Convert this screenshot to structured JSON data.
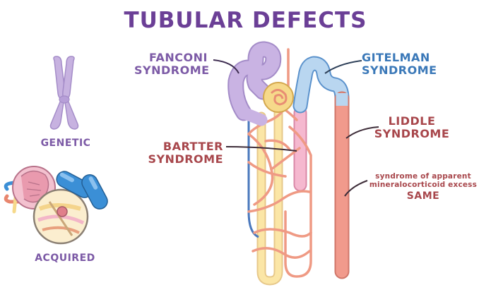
{
  "title": "TUBULAR DEFECTS",
  "labels": {
    "genetic": "GENETIC",
    "acquired": "ACQUIRED",
    "fanconi": [
      "FANCONI",
      "SYNDROME"
    ],
    "bartter": [
      "BARTTER",
      "SYNDROME"
    ],
    "gitelman": [
      "GITELMAN",
      "SYNDROME"
    ],
    "liddle": [
      "LIDDLE",
      "SYNDROME"
    ],
    "same": {
      "line1": "syndrome of apparent",
      "line2": "mineralocorticoid excess",
      "line3": "SAME"
    }
  },
  "colors": {
    "title": "#6b3f96",
    "fanconi": "#7c5aa6",
    "gitelman": "#3a78b8",
    "bartter": "#a8474c",
    "liddle": "#a8474c",
    "proximal_tubule": "#c9b3e3",
    "glomerulus": "#f6d98a",
    "distal_tubule": "#b9d6f0",
    "collecting_duct": "#f19a8c",
    "vessels": "#ef9a84",
    "descending_limb": "#fbe6a6",
    "ascending_limb": "#f5b8cf",
    "chromosome": "#c7b2e0",
    "pill": "#3b8fd6"
  },
  "icons": [
    "chromosome-icon",
    "kidney-icon",
    "magnifier-icon",
    "capsule-icon"
  ]
}
